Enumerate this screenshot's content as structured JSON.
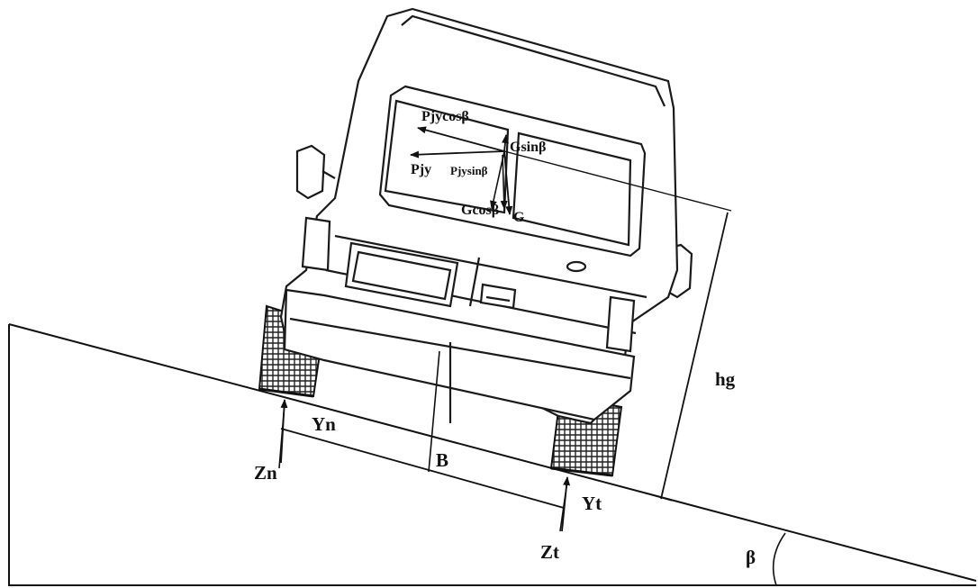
{
  "labels": {
    "pjycos": "Pjycosβ",
    "gsin": "Gsinβ",
    "pjy": "Pjy",
    "pjysin": "Pjysinβ",
    "gcos": "Gcosβ",
    "g": "G",
    "hg": "hg",
    "yn": "Yn",
    "b": "B",
    "zn": "Zn",
    "yt": "Yt",
    "zt": "Zt",
    "beta": "β"
  },
  "slope_angle_deg": 14
}
